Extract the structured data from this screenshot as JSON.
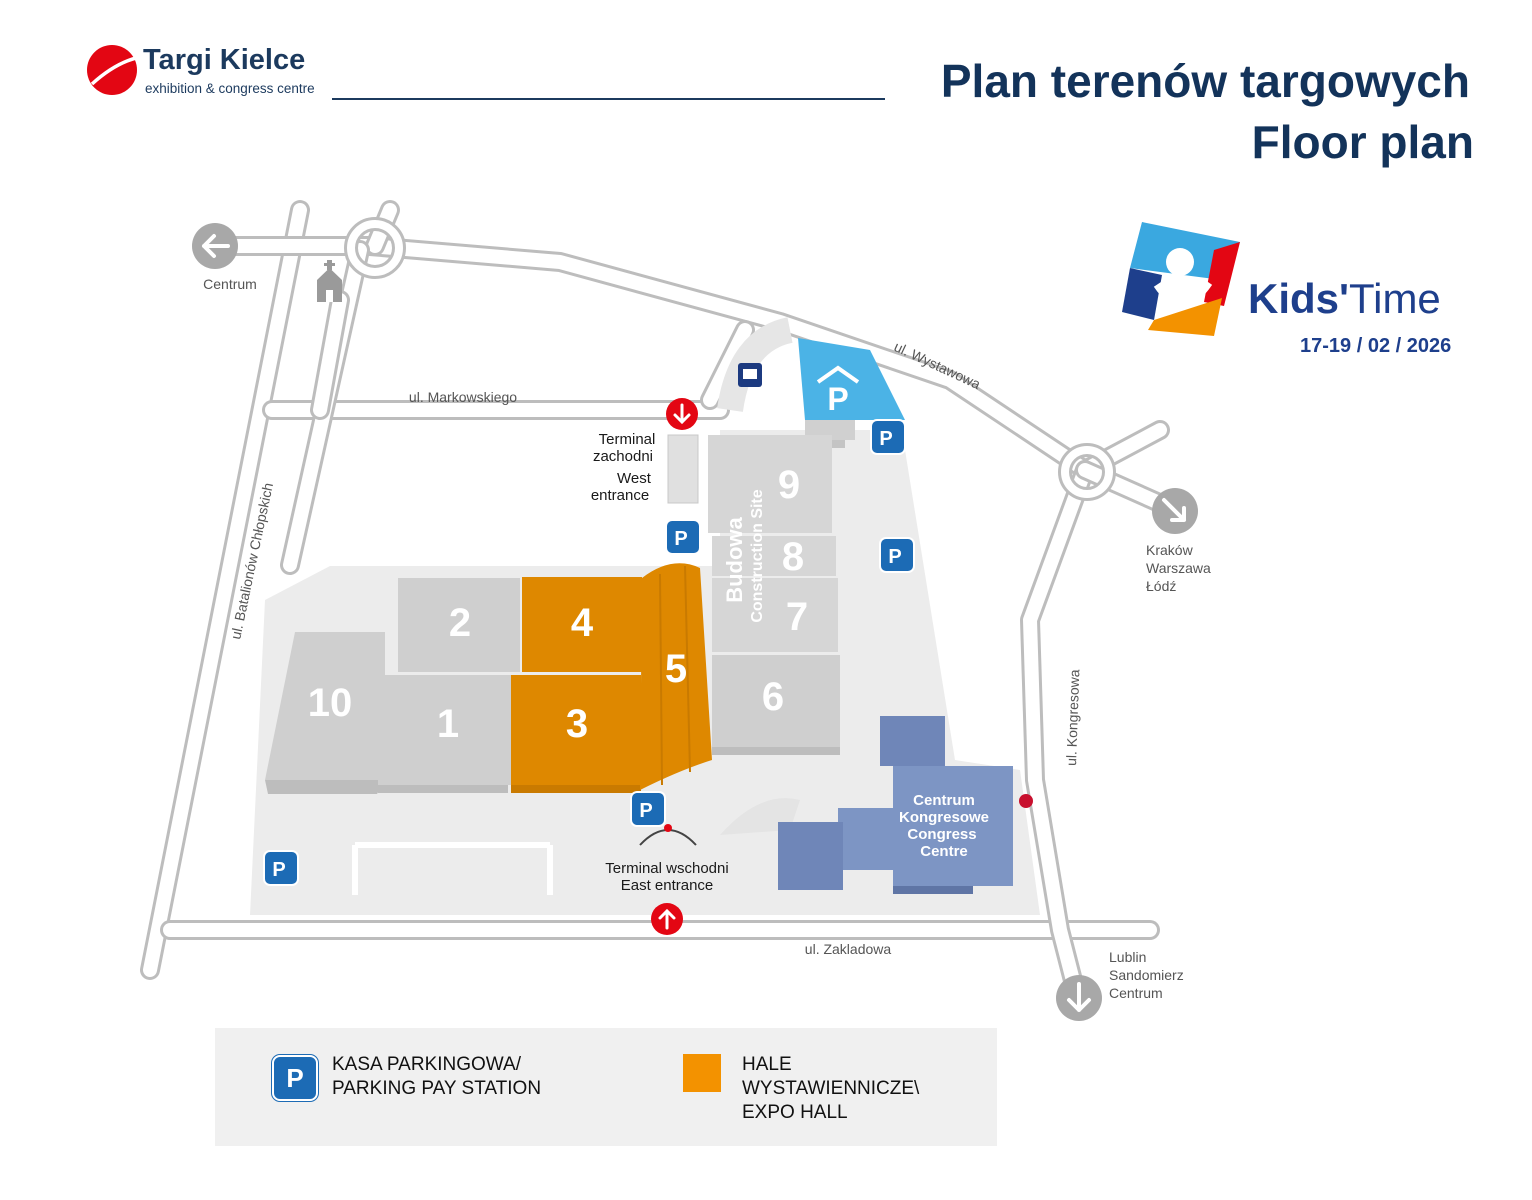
{
  "header": {
    "logo_name": "Targi Kielce",
    "logo_subtitle": "exhibition & congress centre",
    "title_pl": "Plan terenów targowych",
    "title_en": "Floor plan"
  },
  "event": {
    "name_bold": "Kids'",
    "name_regular": "Time",
    "date": "17-19 / 02 / 2026"
  },
  "streets": {
    "markowskiego": "ul. Markowskiego",
    "wystawowa": "ul. Wystawowa",
    "batalionow": "ul. Batalionów Chłopskich",
    "kongresowa": "ul. Kongresowa",
    "zakladowa": "ul. Zakladowa"
  },
  "directions": {
    "centrum": "Centrum",
    "east_1": "Kraków",
    "east_2": "Warszawa",
    "east_3": "Łódź",
    "south_1": "Lublin",
    "south_2": "Sandomierz",
    "south_3": "Centrum"
  },
  "halls": [
    "10",
    "1",
    "2",
    "3",
    "4",
    "5",
    "6",
    "7",
    "8",
    "9"
  ],
  "construction": {
    "pl": "Budowa",
    "en": "Construction Site"
  },
  "entrances": {
    "west_pl_1": "Terminal",
    "west_pl_2": "zachodni",
    "west_en_1": "West",
    "west_en_2": "entrance",
    "east_pl": "Terminal wschodni",
    "east_en": "East entrance"
  },
  "congress": {
    "line1": "Centrum",
    "line2": "Kongresowe",
    "line3": "Congress",
    "line4": "Centre"
  },
  "parking_letter": "P",
  "legend": {
    "parking_line1": "KASA PARKINGOWA/",
    "parking_line2": "PARKING PAY STATION",
    "hall_line1": "HALE",
    "hall_line2": "WYSTAWIENNICZE\\",
    "hall_line3": "EXPO HALL"
  },
  "colors": {
    "expo_hall": "#f39200",
    "other_hall": "#d6d6d6",
    "congress": "#7d95c4",
    "parking_icon": "#1c6bb5",
    "parking_area": "#4bb3e6",
    "entrance": "#e30613",
    "navy": "#13335a"
  }
}
